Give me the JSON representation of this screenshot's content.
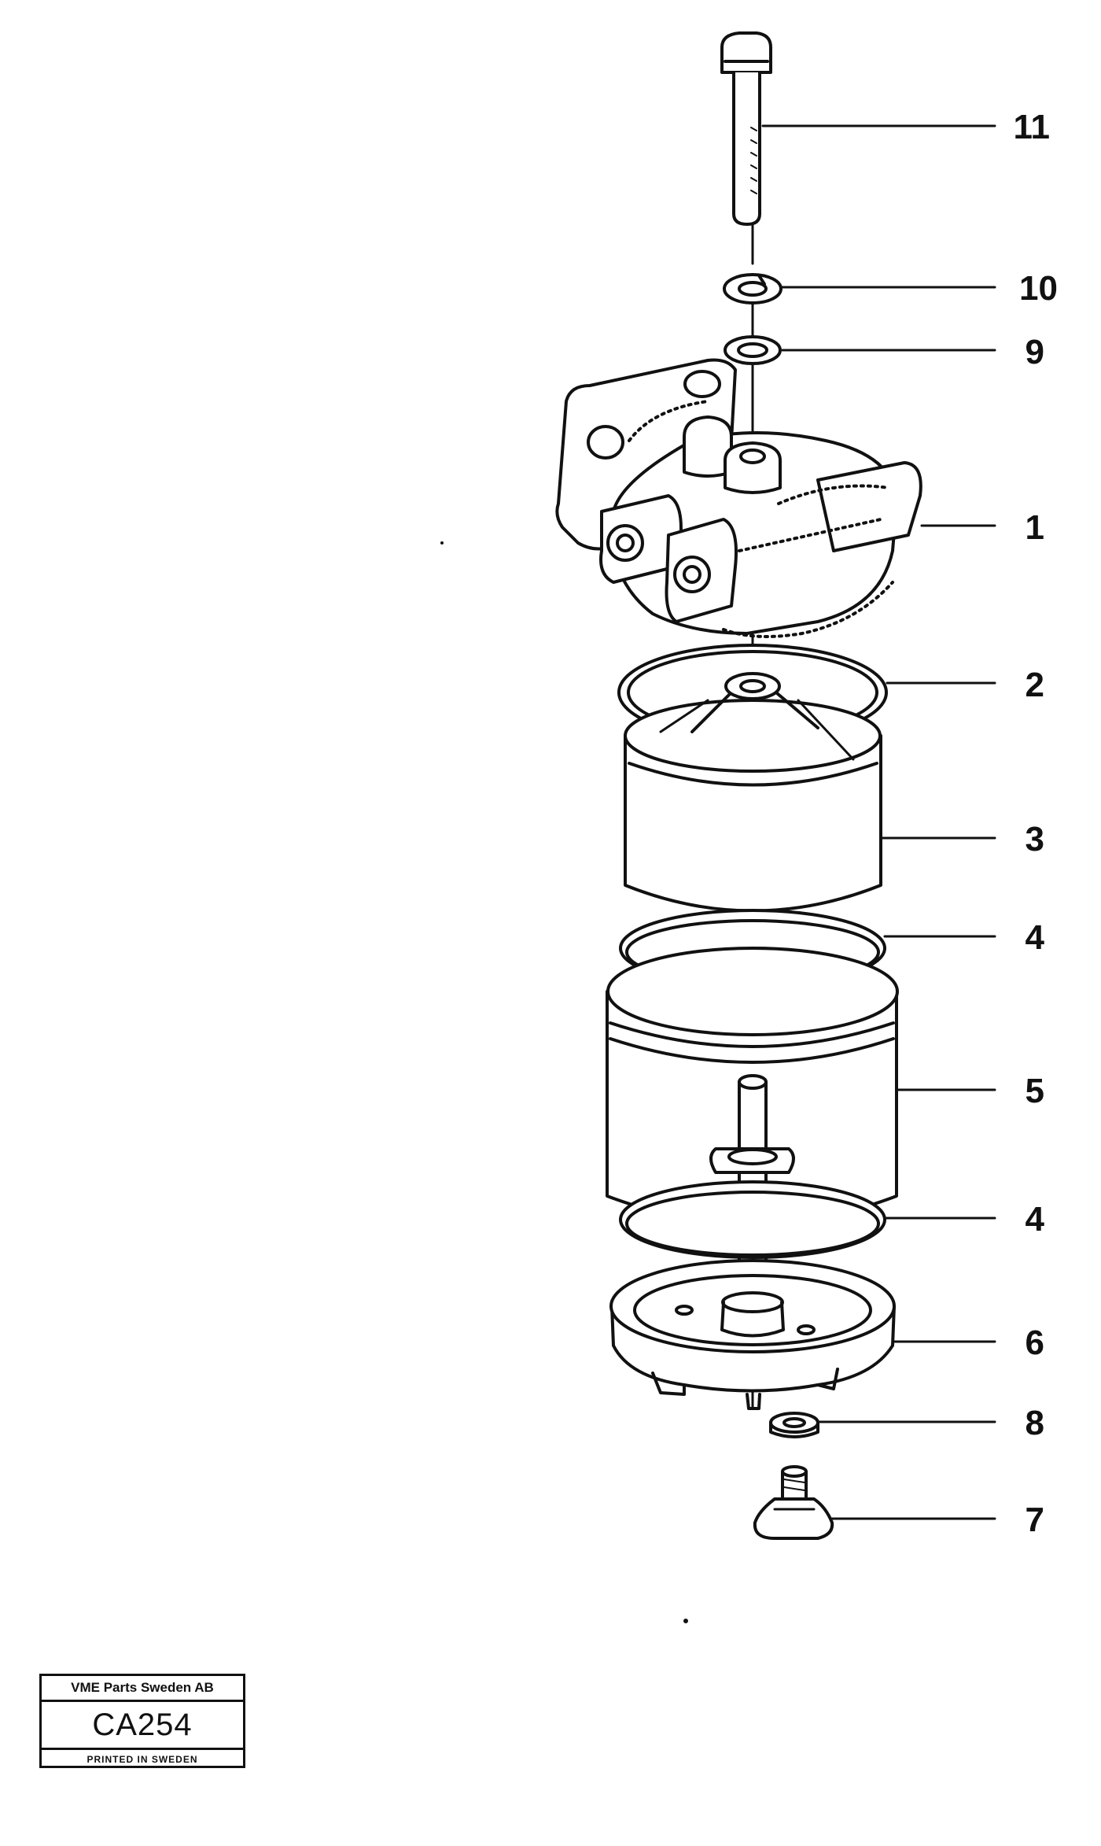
{
  "callouts": [
    {
      "id": "11",
      "label": "11"
    },
    {
      "id": "10",
      "label": "10"
    },
    {
      "id": "9",
      "label": "9"
    },
    {
      "id": "1",
      "label": "1"
    },
    {
      "id": "2",
      "label": "2"
    },
    {
      "id": "3",
      "label": "3"
    },
    {
      "id": "4a",
      "label": "4"
    },
    {
      "id": "5",
      "label": "5"
    },
    {
      "id": "4b",
      "label": "4"
    },
    {
      "id": "6",
      "label": "6"
    },
    {
      "id": "8",
      "label": "8"
    },
    {
      "id": "7",
      "label": "7"
    }
  ],
  "stamp": {
    "company": "VME Parts Sweden AB",
    "code": "CA254",
    "printed": "PRINTED IN SWEDEN"
  }
}
